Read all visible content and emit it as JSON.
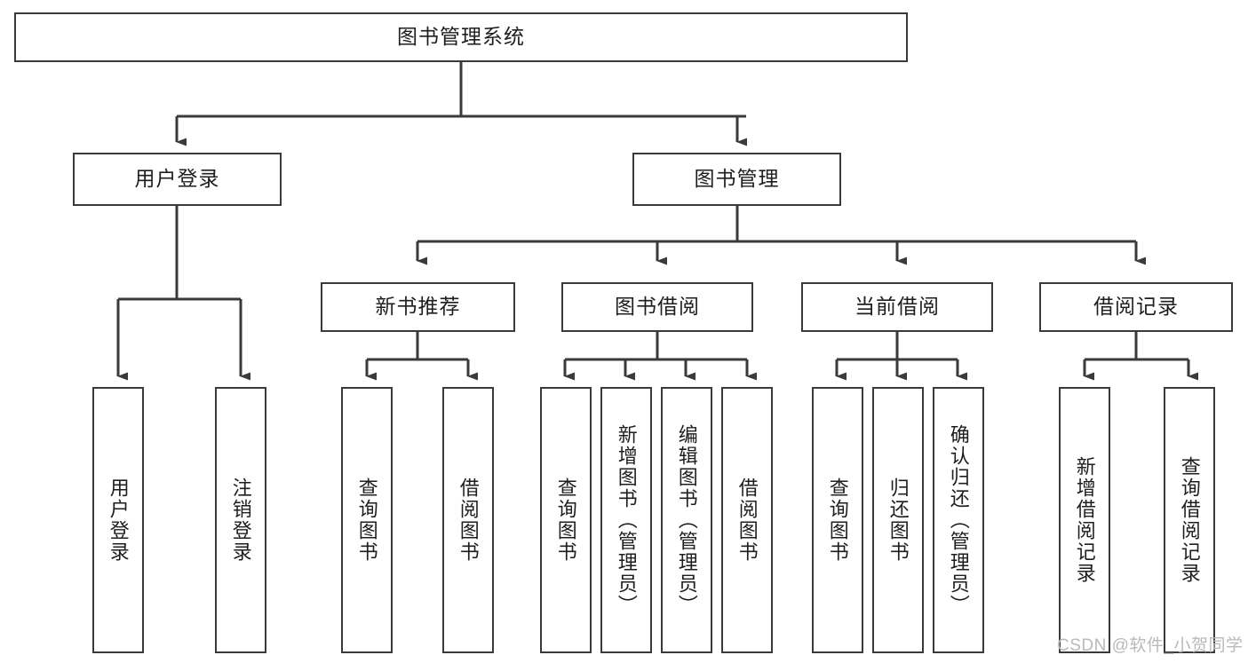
{
  "diagram": {
    "title": "图书管理系统",
    "type": "tree-hierarchy-diagram",
    "colors": {
      "box_border": "#3a3a3a",
      "box_fill": "#ffffff",
      "connector": "#3a3a3a",
      "text": "#1e1e1e",
      "watermark": "#b9b9b9",
      "background": "#ffffff"
    },
    "root": {
      "label": "图书管理系统"
    },
    "level2": [
      {
        "label": "用户登录"
      },
      {
        "label": "图书管理"
      }
    ],
    "level3": [
      {
        "label": "新书推荐"
      },
      {
        "label": "图书借阅"
      },
      {
        "label": "当前借阅"
      },
      {
        "label": "借阅记录"
      }
    ],
    "leaves": {
      "user_login": [
        {
          "label": "用户登录"
        },
        {
          "label": "注销登录"
        }
      ],
      "new_book_recommend": [
        {
          "label": "查询图书"
        },
        {
          "label": "借阅图书"
        }
      ],
      "book_borrow": [
        {
          "label": "查询图书"
        },
        {
          "label": "新增图书（管理员）"
        },
        {
          "label": "编辑图书（管理员）"
        },
        {
          "label": "借阅图书"
        }
      ],
      "current_borrow": [
        {
          "label": "查询图书"
        },
        {
          "label": "归还图书"
        },
        {
          "label": "确认归还（管理员）"
        }
      ],
      "borrow_record": [
        {
          "label": "新增借阅记录"
        },
        {
          "label": "查询借阅记录"
        }
      ]
    }
  },
  "watermark": {
    "text": "CSDN @软件_小贺同学"
  }
}
